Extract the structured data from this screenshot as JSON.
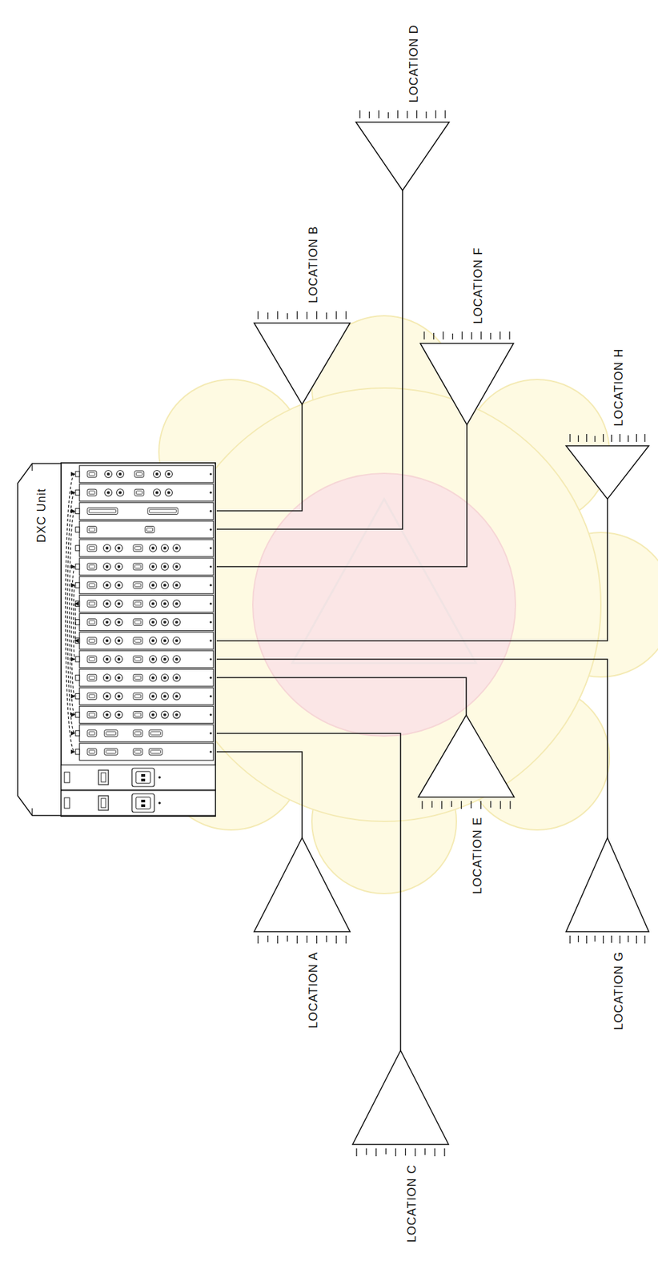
{
  "diagram": {
    "nodes": [
      {
        "text": [
          "DXC Unit"
        ]
      },
      {
        "text": [
          "LOCATION A"
        ]
      },
      {
        "text": [
          "LOCATION B"
        ]
      },
      {
        "text": [
          "LOCATION C"
        ]
      },
      {
        "text": [
          "LOCATION D"
        ]
      },
      {
        "text": [
          "LOCATION E"
        ]
      },
      {
        "text": [
          "LOCATION F"
        ]
      },
      {
        "text": [
          "LOCATION G"
        ]
      },
      {
        "text": [
          "LOCATION H"
        ]
      }
    ],
    "edges": [
      {
        "from": 0,
        "to": 1,
        "arrow": "none"
      },
      {
        "from": 0,
        "to": 2,
        "arrow": "none"
      },
      {
        "from": 0,
        "to": 3,
        "arrow": "none"
      },
      {
        "from": 0,
        "to": 4,
        "arrow": "none"
      },
      {
        "from": 0,
        "to": 5,
        "arrow": "none"
      },
      {
        "from": 0,
        "to": 6,
        "arrow": "none"
      },
      {
        "from": 0,
        "to": 7,
        "arrow": "none"
      },
      {
        "from": 0,
        "to": 8,
        "arrow": "none"
      }
    ]
  }
}
